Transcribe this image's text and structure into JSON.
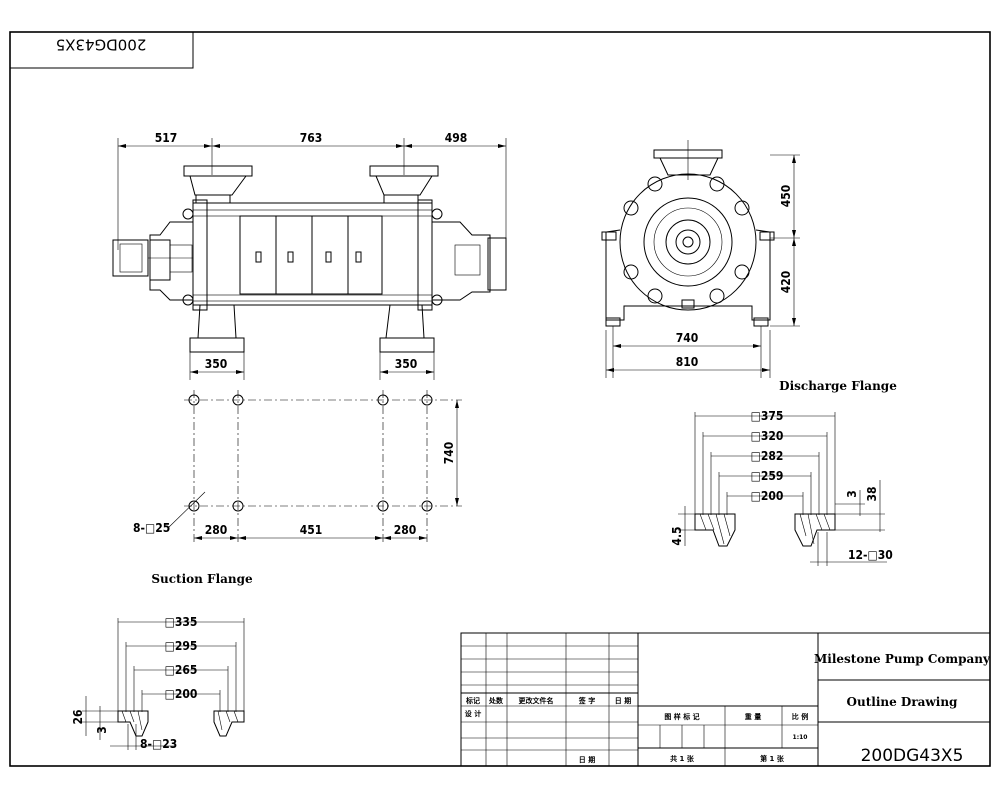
{
  "drawing_code_mirrored": "200DG43X5",
  "side_view": {
    "dims_top": [
      "517",
      "763",
      "498"
    ],
    "dims_feet": [
      "350",
      "350"
    ]
  },
  "bolt_plan": {
    "holes_label": "8-□25",
    "dims_bottom": [
      "280",
      "451",
      "280"
    ],
    "dim_height": "740"
  },
  "front_view": {
    "dim_upper": "450",
    "dim_lower": "420",
    "dim_inner_width": "740",
    "dim_outer_width": "810"
  },
  "discharge_flange": {
    "title": "Discharge Flange",
    "dims": [
      "□375",
      "□320",
      "□282",
      "□259",
      "□200"
    ],
    "thickness_small": "3",
    "thickness_total": "38",
    "left_dim": "4.5",
    "holes_label": "12-□30"
  },
  "suction_flange": {
    "title": "Suction Flange",
    "dims": [
      "□335",
      "□295",
      "□265",
      "□200"
    ],
    "thickness_total": "26",
    "thickness_small": "3",
    "holes_label": "8-□23"
  },
  "title_block": {
    "company": "Milestone Pump Company",
    "drawing_title": "Outline Drawing",
    "drawing_code": "200DG43X5",
    "scale": "1:10",
    "cells": {
      "mark": "标记",
      "count": "处数",
      "change_doc": "更改文件名",
      "signature": "签  字",
      "date": "日 期",
      "design": "设 计",
      "stage_mark": "图 样 标 记",
      "weight": "重 量",
      "scale_label": "比 例",
      "total_sheets": "共 1 张",
      "sheet_no": "第 1 张",
      "date2": "日 期"
    }
  }
}
